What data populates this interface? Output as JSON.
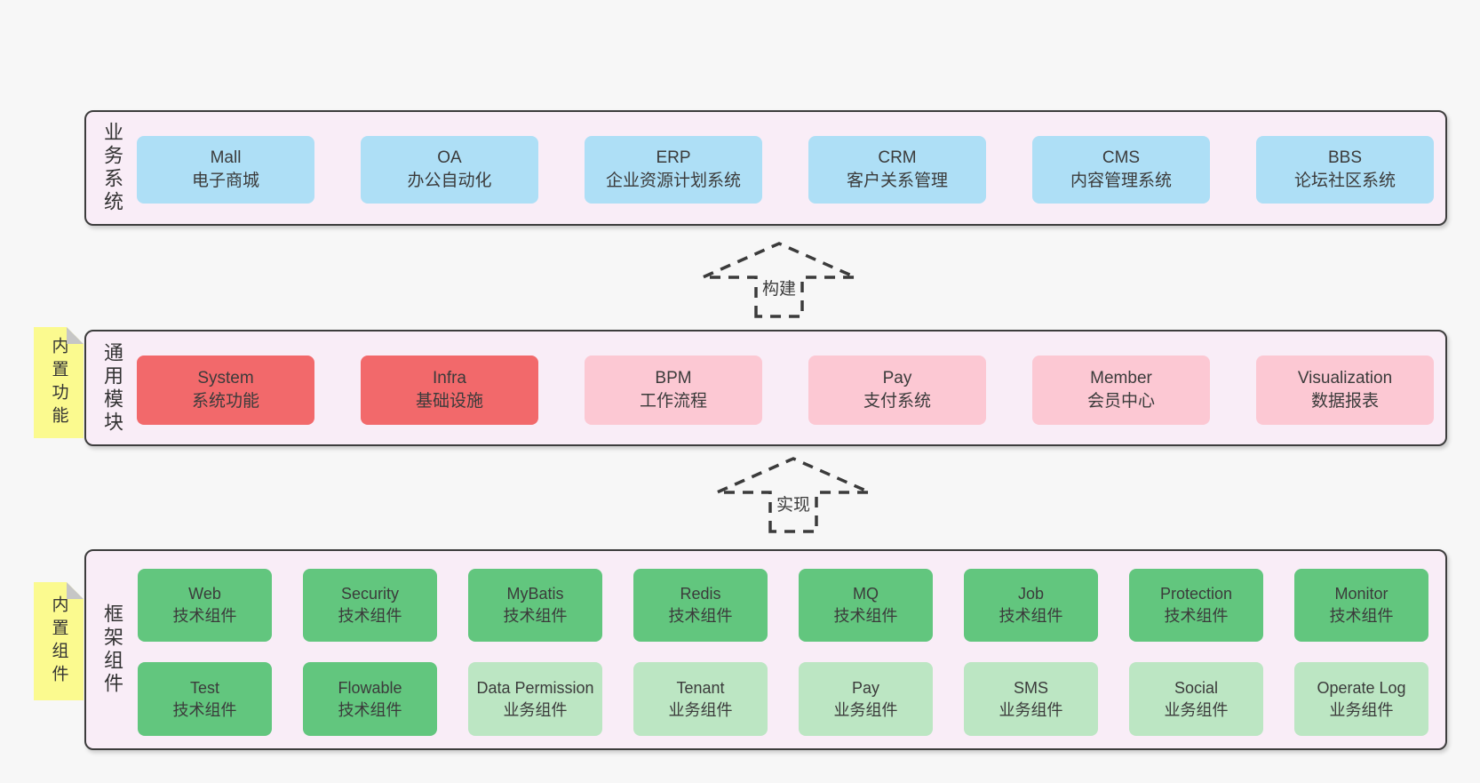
{
  "colors": {
    "page_bg": "#f7f7f7",
    "panel_bg": "#f9edf7",
    "panel_border": "#3d3d3d",
    "business_box": "#aedff6",
    "module_core_box": "#f2696b",
    "module_box": "#fcc8d3",
    "tech_component_box": "#62c67e",
    "biz_component_box": "#bce6c3",
    "sticky_note": "#fbfa8f"
  },
  "arrows": [
    {
      "label": "构建"
    },
    {
      "label": "实现"
    }
  ],
  "sections": {
    "business": {
      "label": "业务系统",
      "items": [
        {
          "name": "Mall",
          "desc": "电子商城"
        },
        {
          "name": "OA",
          "desc": "办公自动化"
        },
        {
          "name": "ERP",
          "desc": "企业资源计划系统"
        },
        {
          "name": "CRM",
          "desc": "客户关系管理"
        },
        {
          "name": "CMS",
          "desc": "内容管理系统"
        },
        {
          "name": "BBS",
          "desc": "论坛社区系统"
        }
      ]
    },
    "modules": {
      "label": "通用模块",
      "sticky": "内置功能",
      "items": [
        {
          "name": "System",
          "desc": "系统功能"
        },
        {
          "name": "Infra",
          "desc": "基础设施"
        },
        {
          "name": "BPM",
          "desc": "工作流程"
        },
        {
          "name": "Pay",
          "desc": "支付系统"
        },
        {
          "name": "Member",
          "desc": "会员中心"
        },
        {
          "name": "Visualization",
          "desc": "数据报表"
        }
      ]
    },
    "components": {
      "label": "框架组件",
      "sticky": "内置组件",
      "row1": [
        {
          "name": "Web",
          "desc": "技术组件"
        },
        {
          "name": "Security",
          "desc": "技术组件"
        },
        {
          "name": "MyBatis",
          "desc": "技术组件"
        },
        {
          "name": "Redis",
          "desc": "技术组件"
        },
        {
          "name": "MQ",
          "desc": "技术组件"
        },
        {
          "name": "Job",
          "desc": "技术组件"
        },
        {
          "name": "Protection",
          "desc": "技术组件"
        },
        {
          "name": "Monitor",
          "desc": "技术组件"
        }
      ],
      "row2": [
        {
          "name": "Test",
          "desc": "技术组件"
        },
        {
          "name": "Flowable",
          "desc": "技术组件"
        },
        {
          "name": "Data Permission",
          "desc": "业务组件"
        },
        {
          "name": "Tenant",
          "desc": "业务组件"
        },
        {
          "name": "Pay",
          "desc": "业务组件"
        },
        {
          "name": "SMS",
          "desc": "业务组件"
        },
        {
          "name": "Social",
          "desc": "业务组件"
        },
        {
          "name": "Operate Log",
          "desc": "业务组件"
        }
      ]
    }
  }
}
